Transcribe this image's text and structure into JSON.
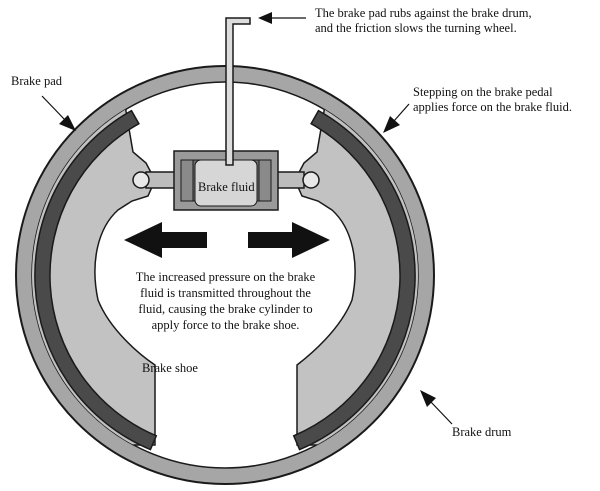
{
  "diagram": {
    "labels": {
      "brake_pad": "Brake pad",
      "brake_fluid": "Brake fluid",
      "brake_shoe": "Brake shoe",
      "brake_drum": "Brake drum",
      "pad_rub_line1": "The brake pad rubs against the brake drum,",
      "pad_rub_line2": "and the friction slows the turning wheel.",
      "pedal_line1": "Stepping on the brake pedal",
      "pedal_line2": "applies force on the brake fluid.",
      "pressure_line1": "The increased pressure on the brake",
      "pressure_line2": "fluid is transmitted throughout the",
      "pressure_line3": "fluid, causing the brake cylinder to",
      "pressure_line4": "apply force to the brake shoe."
    },
    "colors": {
      "drum": "#a6a6a6",
      "pad": "#4a4a4a",
      "shoe": "#c2c2c2",
      "fluid": "#d6d6d6",
      "cylinder": "#9a9a9a",
      "stroke": "#1a1a1a",
      "background": "#ffffff"
    }
  }
}
